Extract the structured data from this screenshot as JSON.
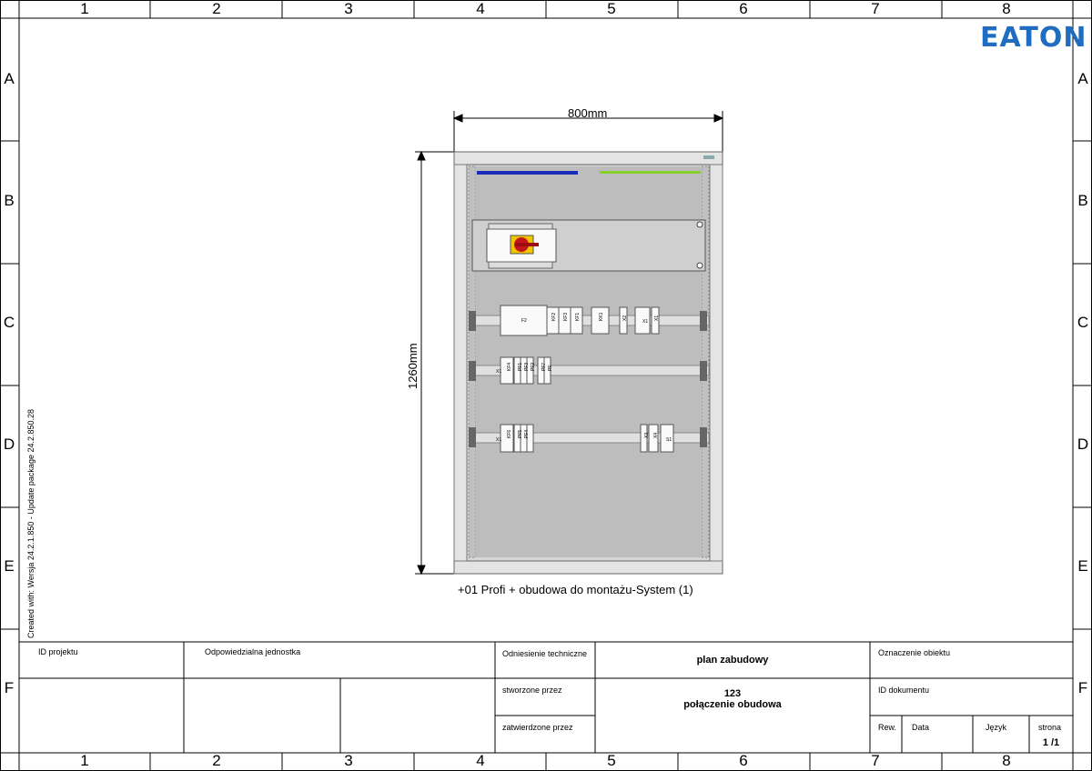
{
  "columns": [
    "1",
    "2",
    "3",
    "4",
    "5",
    "6",
    "7",
    "8"
  ],
  "rows": [
    "A",
    "B",
    "C",
    "D",
    "E",
    "F"
  ],
  "logo_text": "EATON",
  "dimensions": {
    "width_label": "800mm",
    "height_label": "1260mm"
  },
  "caption": "+01 Profi + obudowa do montażu-System (1)",
  "side_note": "Created with: Wersja 24.2.1.850 - Update package 24.2.850.28",
  "components": {
    "rail1": [
      "F2",
      "KF2",
      "KF3",
      "KF1",
      "KK1",
      "X1",
      "X2",
      "X1"
    ],
    "rail2": [
      "X1",
      "KF4",
      "PF1",
      "PF3",
      "PF2",
      "PF7",
      "PF"
    ],
    "rail3": [
      "X1",
      "KF6",
      "PF5",
      "PF4",
      "X3",
      "X4",
      "S1"
    ]
  },
  "title_block": {
    "id_projektu": "ID projektu",
    "odpowiedzialna": "Odpowiedzialna jednostka",
    "odniesienie": "Odniesienie techniczne",
    "stworzone": "stworzone przez",
    "zatwierdzone": "zatwierdzone przez",
    "title": "plan zabudowy",
    "subtitle_num": "123",
    "subtitle": "połączenie obudowa",
    "oznaczenie": "Oznaczenie obiektu",
    "id_dokumentu": "ID dokumentu",
    "rew": "Rew.",
    "data": "Data",
    "jezyk": "Język",
    "strona": "strona",
    "page": "1 /1"
  }
}
